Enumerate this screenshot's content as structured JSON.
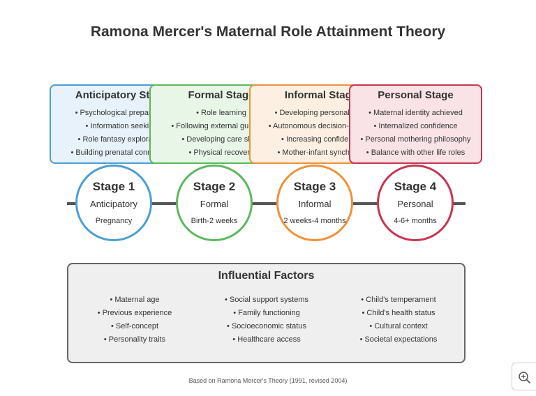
{
  "title": "Ramona Mercer's Maternal Role Attainment Theory",
  "stages": [
    {
      "box_title": "Anticipatory Stage",
      "items": [
        "• Psychological preparation",
        "• Information seeking",
        "• Role fantasy exploration",
        "• Building prenatal connection"
      ],
      "circle_title": "Stage 1",
      "circle_sub": "Anticipatory",
      "circle_time": "Pregnancy",
      "color": "#4a9fd4",
      "fill": "#e8f2fb"
    },
    {
      "box_title": "Formal Stage",
      "items": [
        "• Role learning",
        "• Following external guidance",
        "• Developing care skills",
        "• Physical recovery"
      ],
      "circle_title": "Stage 2",
      "circle_sub": "Formal",
      "circle_time": "Birth-2 weeks",
      "color": "#5cb85c",
      "fill": "#e8f6e8"
    },
    {
      "box_title": "Informal Stage",
      "items": [
        "• Developing personal style",
        "• Autonomous decision-making",
        "• Increasing confidence",
        "• Mother-infant synchrony"
      ],
      "circle_title": "Stage 3",
      "circle_sub": "Informal",
      "circle_time": "2 weeks-4 months",
      "color": "#f0913a",
      "fill": "#fdf0e3"
    },
    {
      "box_title": "Personal Stage",
      "items": [
        "• Maternal identity achieved",
        "• Internalized confidence",
        "• Personal mothering philosophy",
        "• Balance with other life roles"
      ],
      "circle_title": "Stage 4",
      "circle_sub": "Personal",
      "circle_time": "4-6+ months",
      "color": "#c9344f",
      "fill": "#f9e3e7"
    }
  ],
  "factors": {
    "title": "Influential Factors",
    "columns": [
      [
        "• Maternal age",
        "• Previous experience",
        "• Self-concept",
        "• Personality traits"
      ],
      [
        "• Social support systems",
        "• Family functioning",
        "• Socioeconomic status",
        "• Healthcare access"
      ],
      [
        "• Child's temperament",
        "• Child's health status",
        "• Cultural context",
        "• Societal expectations"
      ]
    ]
  },
  "footer": "Based on Ramona Mercer's Theory (1991, revised 2004)",
  "zoom_icon": "zoom-in-icon"
}
